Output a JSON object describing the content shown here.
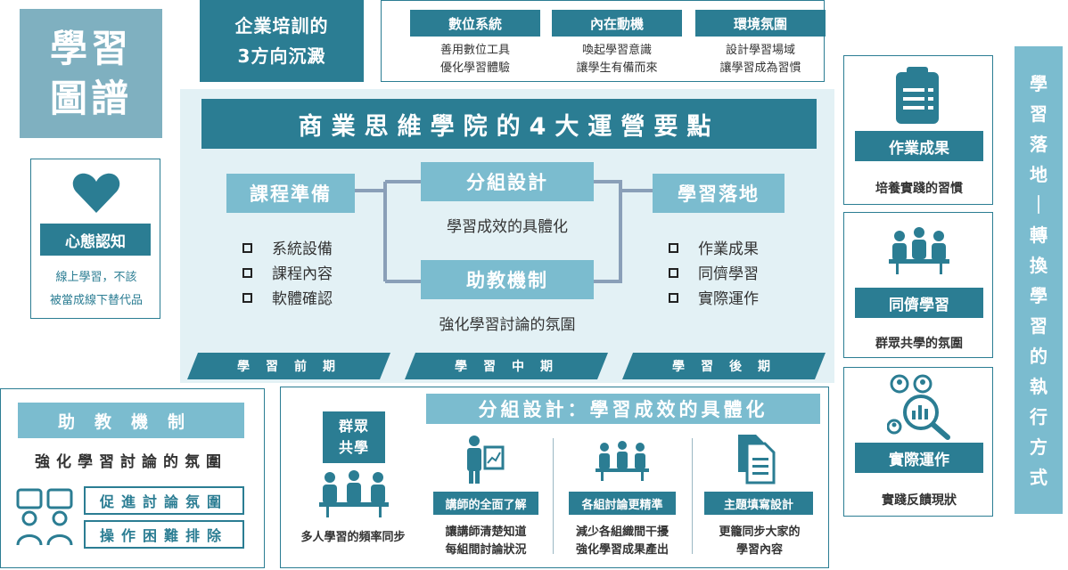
{
  "title": {
    "line1": "學習",
    "line2": "圖譜"
  },
  "mindset": {
    "label": "心態認知",
    "desc_line1": "線上學習，不該",
    "desc_line2": "被當成線下替代品",
    "icon": "heart-icon"
  },
  "training_header": {
    "line1": "企業培訓的",
    "line2": "3方向沉澱"
  },
  "directions": [
    {
      "title": "數位系統",
      "line1": "善用數位工具",
      "line2": "優化學習體驗"
    },
    {
      "title": "內在動機",
      "line1": "喚起學習意識",
      "line2": "讓學生有備而來"
    },
    {
      "title": "環境氛圍",
      "line1": "設計學習場域",
      "line2": "讓學習成為習慣"
    }
  ],
  "ops": {
    "title": "商業思維學院的4大運營要點",
    "course_prep": {
      "label": "課程準備",
      "items": [
        "系統設備",
        "課程內容",
        "軟體確認"
      ]
    },
    "group_design": {
      "label": "分組設計",
      "sub": "學習成效的具體化"
    },
    "ta_mech": {
      "label": "助教機制",
      "sub": "強化學習討論的氛圍"
    },
    "landing": {
      "label": "學習落地",
      "items": [
        "作業成果",
        "同儕學習",
        "實際運作"
      ]
    },
    "phases": [
      "學習前期",
      "學習中期",
      "學習後期"
    ]
  },
  "right_cards": [
    {
      "title": "作業成果",
      "desc": "培養實踐的習慣",
      "icon": "document-list-icon"
    },
    {
      "title": "同儕學習",
      "desc": "群眾共學的氛圍",
      "icon": "meeting-icon"
    },
    {
      "title": "實際運作",
      "desc": "實踐反饋現狀",
      "icon": "analysis-magnifier-icon"
    }
  ],
  "vertical_banner": [
    "學",
    "習",
    "落",
    "地",
    "｜",
    "轉",
    "換",
    "學",
    "習",
    "的",
    "執",
    "行",
    "方",
    "式"
  ],
  "ta_panel": {
    "title": "助教機制",
    "sub": "強化學習討論的氛圍",
    "buttons": [
      "促進討論氛圍",
      "操作困難排除"
    ],
    "icon": "discussion-people-icon"
  },
  "group_panel": {
    "title": "分組設計：學習成效的具體化",
    "crowd": {
      "line1": "群眾",
      "line2": "共學",
      "desc": "多人學習的頻率同步",
      "icon": "group-meeting-icon"
    },
    "columns": [
      {
        "title": "講師的全面了解",
        "line1": "讓講師清楚知道",
        "line2": "每組間討論狀況",
        "icon": "presenter-icon"
      },
      {
        "title": "各組討論更精準",
        "line1": "減少各組織間干擾",
        "line2": "強化學習成果產出",
        "icon": "team-discussion-icon"
      },
      {
        "title": "主題填寫設計",
        "line1": "更籠同步大家的",
        "line2": "學習內容",
        "icon": "documents-icon"
      }
    ]
  },
  "colors": {
    "dark_teal": "#2b7d93",
    "light_teal": "#7bbccf",
    "panel_bg": "#e3f1f5",
    "title_bg": "#7fb0c0"
  }
}
